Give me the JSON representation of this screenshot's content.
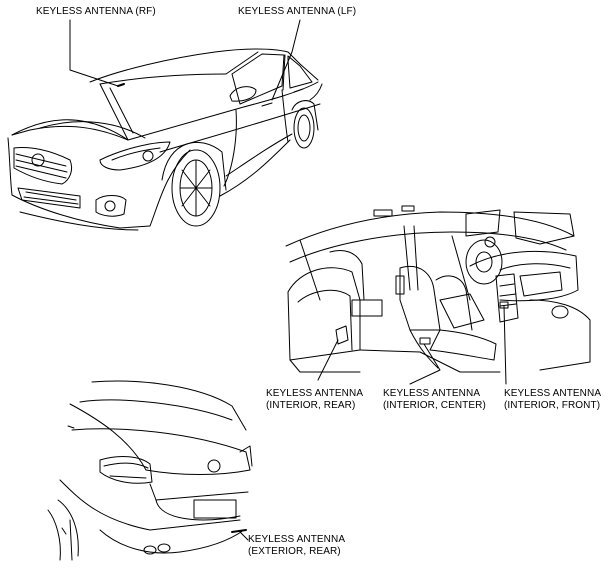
{
  "labels": {
    "rf": "KEYLESS ANTENNA (RF)",
    "lf": "KEYLESS ANTENNA (LF)",
    "interior_rear": [
      "KEYLESS ANTENNA",
      "(INTERIOR, REAR)"
    ],
    "interior_center": [
      "KEYLESS ANTENNA",
      "(INTERIOR, CENTER)"
    ],
    "interior_front": [
      "KEYLESS ANTENNA",
      "(INTERIOR, FRONT)"
    ],
    "exterior_rear": [
      "KEYLESS ANTENNA",
      "(EXTERIOR, REAR)"
    ]
  },
  "colors": {
    "line": "#000000",
    "background": "#ffffff"
  }
}
